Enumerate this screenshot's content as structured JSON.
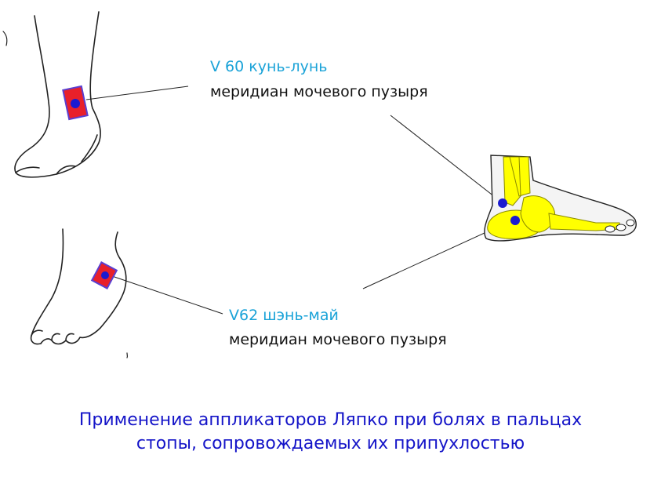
{
  "points": [
    {
      "code": "V 60   кунь-лунь",
      "meridian": "меридиан мочевого пузыря"
    },
    {
      "code": "V62  шэнь-май",
      "meridian": "меридиан мочевого пузыря"
    }
  ],
  "caption": {
    "line1": "Применение аппликаторов Ляпко при болях в пальцах",
    "line2": "стопы, сопровождаемых их припухлостью"
  },
  "colors": {
    "point_code": "#1ba3d8",
    "caption": "#1414c8",
    "applicator_fill": "#e8202a",
    "applicator_border": "#5a3fd0",
    "point_dot": "#1a1ad0",
    "bone": "#ffff00"
  }
}
